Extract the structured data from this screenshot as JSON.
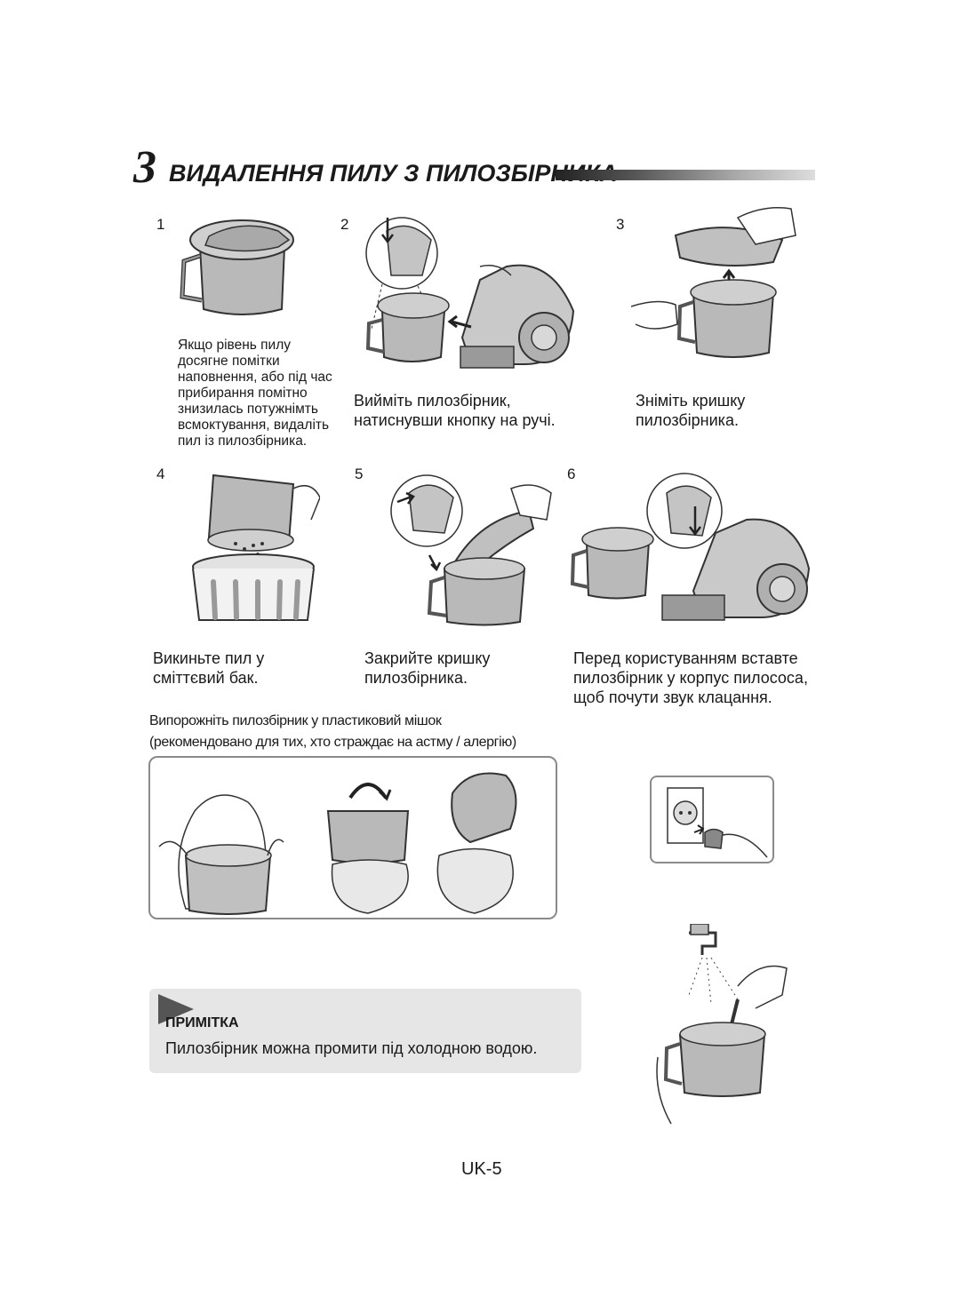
{
  "section": {
    "number": "3",
    "title": "ВИДАЛЕННЯ ПИЛУ З ПИЛОЗБІРНИКА"
  },
  "steps": [
    {
      "number": "1",
      "caption": "Якщо рівень пилу\nдосягне помітки\nнаповнення, або під час\nприбирання помітно\nзнизилась потужнімть\nвсмоктування, видаліть\nпил із пилозбірника."
    },
    {
      "number": "2",
      "caption": "Вийміть пилозбірник,\nнатиснувши кнопку на ручі."
    },
    {
      "number": "3",
      "caption": "Зніміть кришку\nпилозбірника."
    },
    {
      "number": "4",
      "caption": "Викиньте пил у\nсміттєвий бак."
    },
    {
      "number": "5",
      "caption": "Закрийте кришку\nпилозбірника."
    },
    {
      "number": "6",
      "caption": "Перед користуванням вставте\nпилозбірник у корпус пилососа,\nщоб почути звук клацання."
    }
  ],
  "bag_instruction": "Випорожніть пилозбірник у пластиковий мішок\n(рекомендовано для тих, хто страждає на астму / алергію)",
  "note": {
    "title": "ПРИМІТКА",
    "text": "Пилозбірник можна промити під холодною водою."
  },
  "page_number": "UK-5"
}
